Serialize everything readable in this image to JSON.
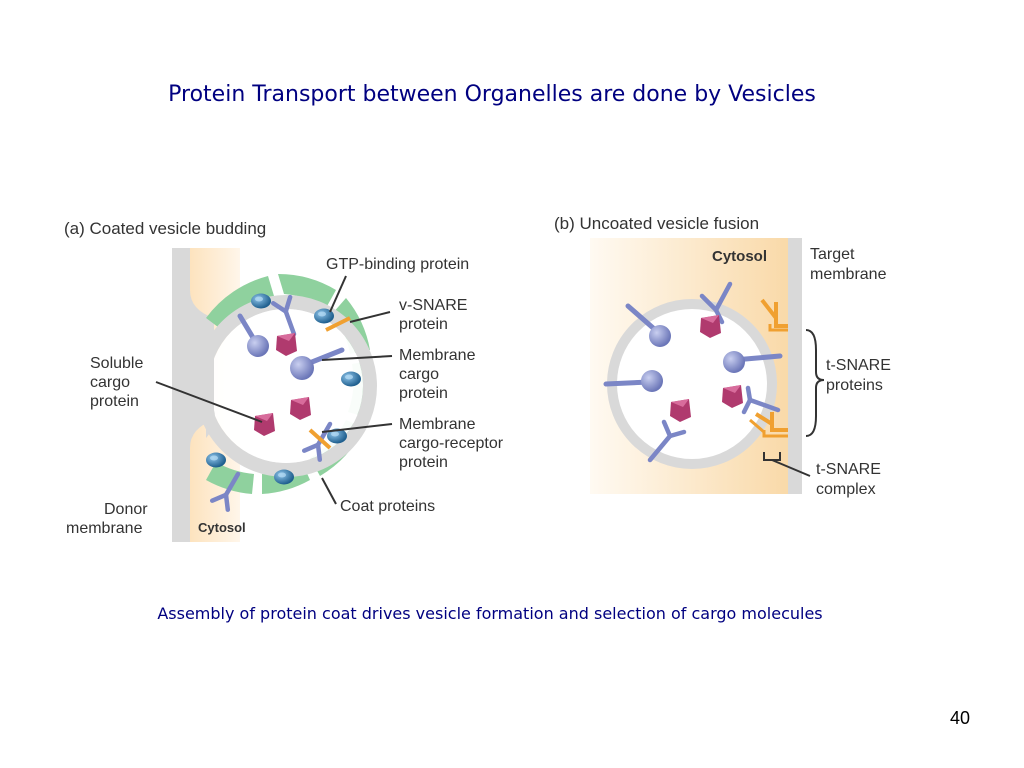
{
  "slide": {
    "title": "Protein Transport between Organelles are done by Vesicles",
    "caption": "Assembly of protein coat drives vesicle formation and selection of cargo molecules",
    "page_number": "40"
  },
  "panel_a": {
    "heading": "(a) Coated vesicle budding",
    "labels": {
      "gtp": "GTP-binding protein",
      "vsnare": [
        "v-SNARE",
        "protein"
      ],
      "membrane_cargo": [
        "Membrane",
        "cargo",
        "protein"
      ],
      "soluble_cargo": [
        "Soluble",
        "cargo",
        "protein"
      ],
      "cargo_receptor": [
        "Membrane",
        "cargo-receptor",
        "protein"
      ],
      "donor_membrane": [
        "Donor",
        "membrane"
      ],
      "coat_proteins": "Coat proteins",
      "cytosol": "Cytosol"
    }
  },
  "panel_b": {
    "heading": "(b) Uncoated vesicle fusion",
    "labels": {
      "cytosol": "Cytosol",
      "target_membrane": [
        "Target",
        "membrane"
      ],
      "tsnare_proteins": [
        "t-SNARE",
        "proteins"
      ],
      "tsnare_complex": [
        "t-SNARE",
        "complex"
      ]
    }
  },
  "colors": {
    "title_text": "#000080",
    "cytosol_fill": "#fbe3bf",
    "membrane": "#d9d9d9",
    "coat": "#8fd19e",
    "cargo_protein": "#7b86c6",
    "soluble_cargo": "#b03a6e",
    "gtp_protein": "#2f6e9e",
    "v_snare": "#f0a030",
    "t_snare": "#f0a030"
  }
}
